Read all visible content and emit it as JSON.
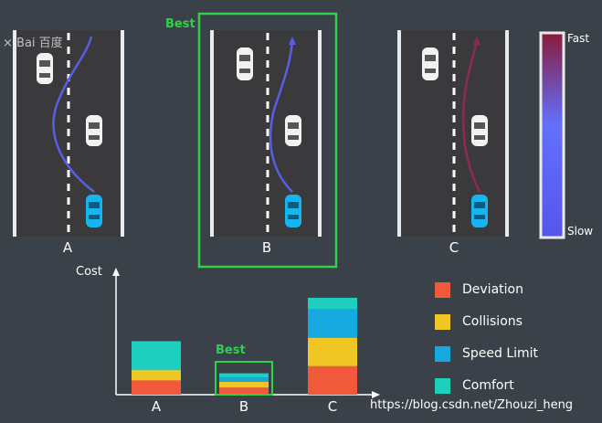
{
  "scenarios": [
    {
      "label": "A",
      "best": false,
      "color": "#5560e6"
    },
    {
      "label": "B",
      "best": true,
      "color": "#5560e6"
    },
    {
      "label": "C",
      "best": false,
      "color": "#8b2a52"
    }
  ],
  "best_label": "Best",
  "speed_scale": {
    "top": "Fast",
    "bottom": "Slow",
    "colors": [
      "#8b1a3a",
      "#6270ff",
      "#5555ee"
    ]
  },
  "cost_chart": {
    "ylabel": "Cost",
    "categories": [
      "A",
      "B",
      "C"
    ],
    "best_category": "B",
    "best_label": "Best",
    "series": [
      {
        "name": "Deviation",
        "color": "#f05a3a",
        "values": [
          2.0,
          1.0,
          4.0
        ]
      },
      {
        "name": "Collisions",
        "color": "#f0c624",
        "values": [
          1.5,
          0.8,
          4.0
        ]
      },
      {
        "name": "Speed Limit",
        "color": "#16a9e0",
        "values": [
          0.0,
          0.6,
          4.0
        ]
      },
      {
        "name": "Comfort",
        "color": "#1ecfc0",
        "values": [
          4.0,
          0.6,
          1.6
        ]
      }
    ]
  },
  "watermark": "https://blog.csdn.net/Zhouzi_heng",
  "baidu_watermark": "× Bai 百度"
}
